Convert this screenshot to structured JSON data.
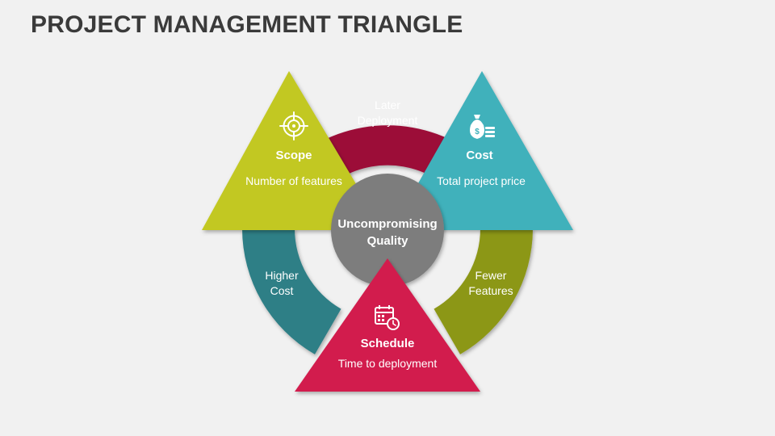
{
  "title": "PROJECT MANAGEMENT TRIANGLE",
  "center": {
    "line1": "Uncompromising",
    "line2": "Quality"
  },
  "corners": {
    "scope": {
      "label": "Scope",
      "description": "Number of features",
      "icon": "target-icon",
      "color": "#c2c823"
    },
    "cost": {
      "label": "Cost",
      "description": "Total project price",
      "icon": "money-bag-icon",
      "color": "#41b1bb"
    },
    "schedule": {
      "label": "Schedule",
      "description": "Time to deployment",
      "icon": "calendar-clock-icon",
      "color": "#d21e4d"
    }
  },
  "segments": {
    "top": {
      "line1": "Later",
      "line2": "Deployment",
      "color": "#9c1038"
    },
    "left": {
      "line1": "Higher",
      "line2": "Cost",
      "color": "#2e7f86"
    },
    "right": {
      "line1": "Fewer",
      "line2": "Features",
      "color": "#8c9718"
    }
  },
  "colors": {
    "background": "#f1f1f1",
    "center_circle": "#7d7d7d",
    "title_text": "#3a3a3a"
  }
}
